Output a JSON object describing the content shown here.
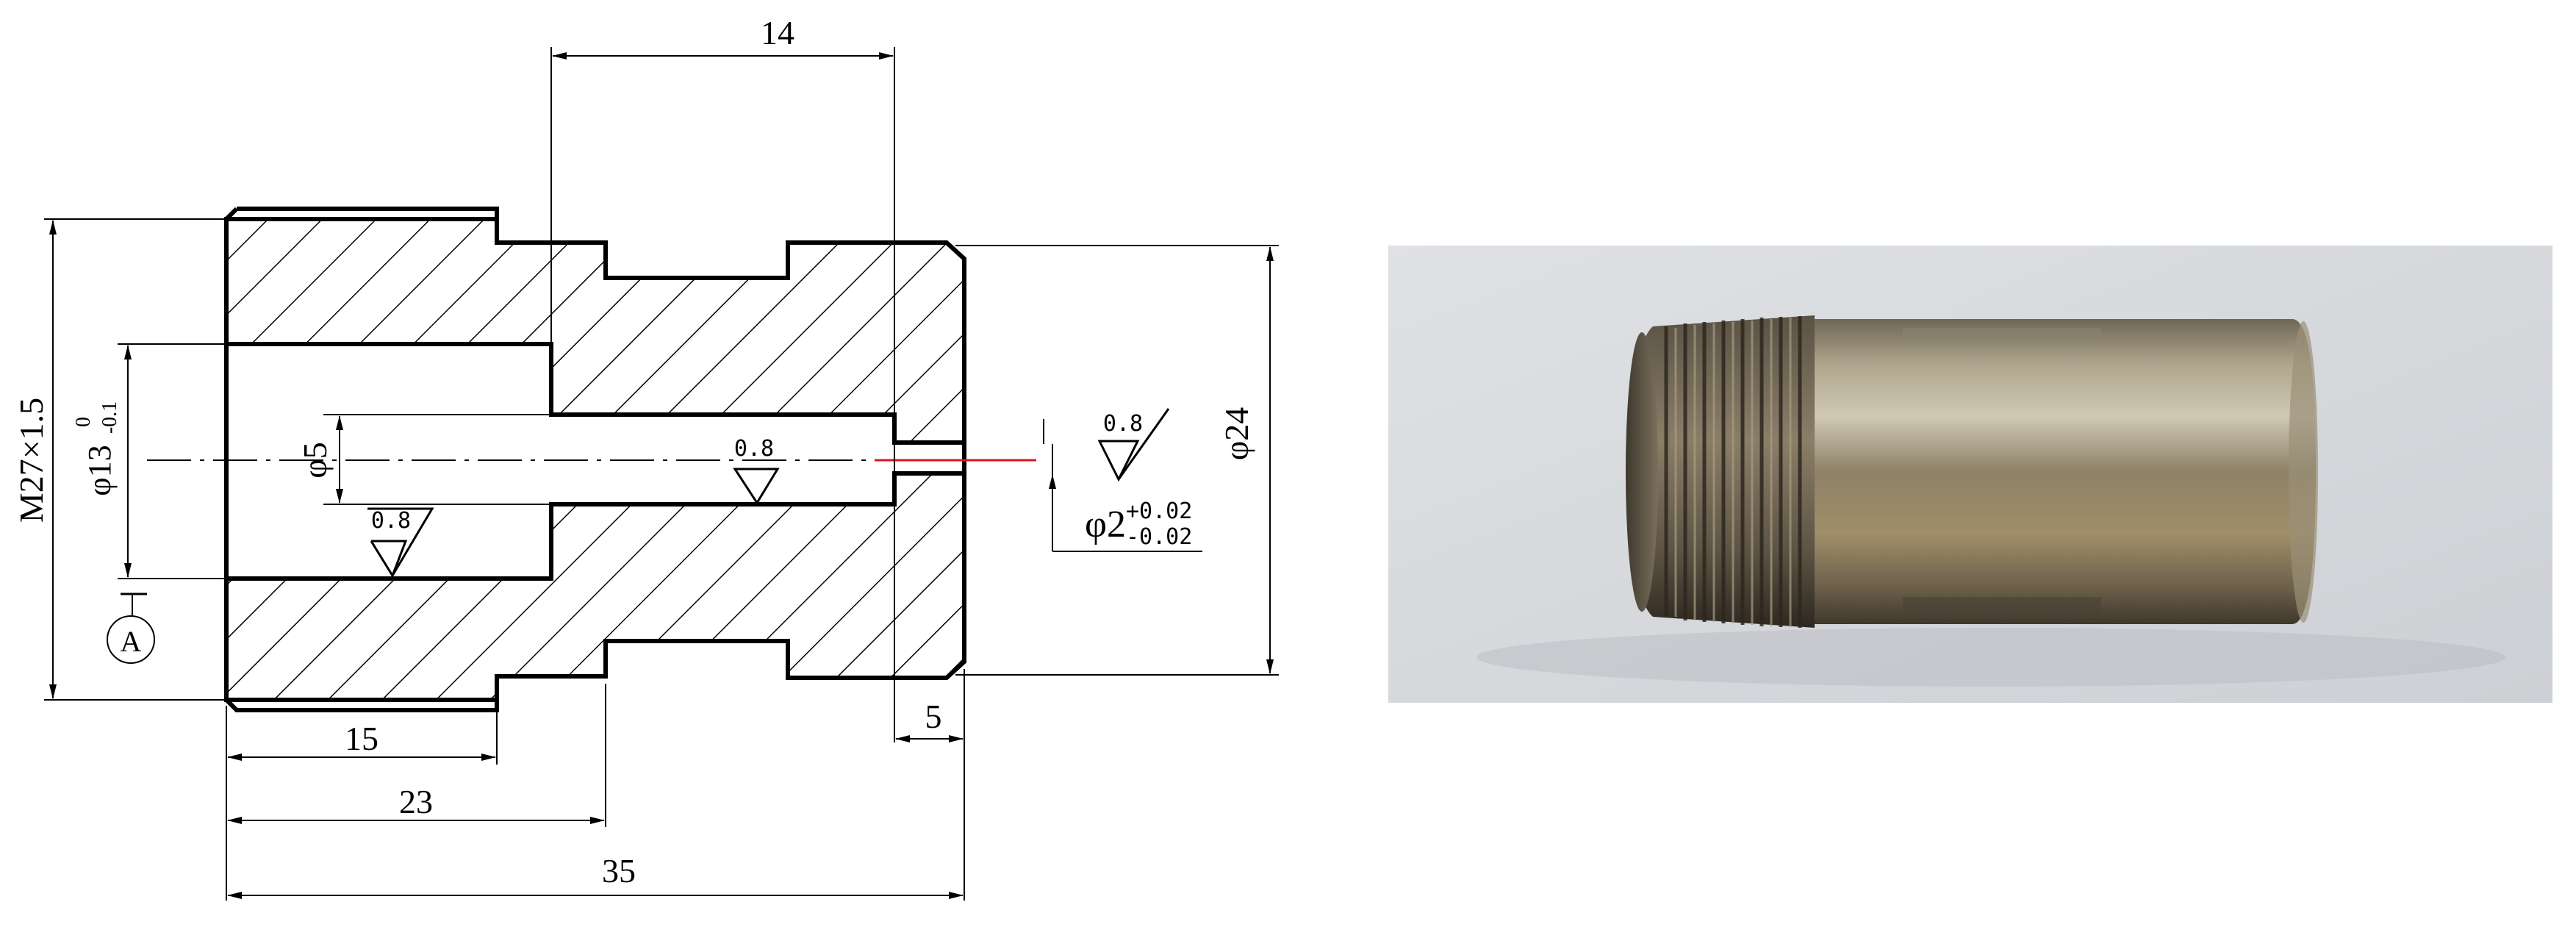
{
  "drawing": {
    "dims": {
      "d14": "14",
      "d15": "15",
      "d23": "23",
      "d35": "35",
      "d5": "5",
      "thread": "M27×1.5",
      "phi24": "φ24",
      "phi13": "φ13",
      "phi13_tol_upper": "0",
      "phi13_tol_lower": "-0.1",
      "phi5": "φ5",
      "phi2": "φ2",
      "phi2_tol_upper": "+0.02",
      "phi2_tol_lower": "-0.02"
    },
    "roughness": {
      "bore": "0.8",
      "mid_bore": "0.8",
      "small_hole": "0.8"
    },
    "datum": "A"
  },
  "colors": {
    "line": "#000000",
    "hatch": "#000000",
    "center_red": "#e0141c",
    "photo_bg": "#d5d8dc",
    "metal": "#8d8167",
    "thread_dark": "#4a4236"
  }
}
